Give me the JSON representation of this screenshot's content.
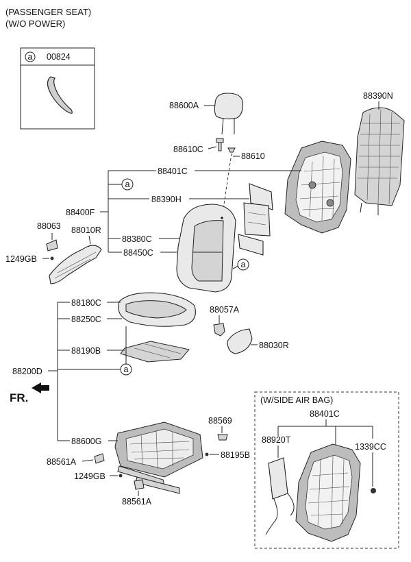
{
  "header": {
    "line1": "(PASSENGER SEAT)",
    "line2": "(W/O POWER)"
  },
  "legend_box": {
    "marker": "a",
    "part": "00824"
  },
  "airbag_box": {
    "title": "(W/SIDE AIR BAG)"
  },
  "front_label": "FR.",
  "markers": {
    "a": "a"
  },
  "labels": {
    "p88600A": "88600A",
    "p88610C": "88610C",
    "p88610": "88610",
    "p88390N": "88390N",
    "p88401C": "88401C",
    "p88390H": "88390H",
    "p88400F": "88400F",
    "p88063": "88063",
    "p88010R": "88010R",
    "p1249GB_top": "1249GB",
    "p88380C": "88380C",
    "p88450C": "88450C",
    "p88180C": "88180C",
    "p88250C": "88250C",
    "p88057A": "88057A",
    "p88190B": "88190B",
    "p88030R": "88030R",
    "p88200D": "88200D",
    "p88569": "88569",
    "p88600G": "88600G",
    "p88561A_left": "88561A",
    "p88195B": "88195B",
    "p1249GB_bottom": "1249GB",
    "p88561A_bottom": "88561A",
    "p88401C_airbag": "88401C",
    "p88920T": "88920T",
    "p1339CC": "1339CC"
  }
}
